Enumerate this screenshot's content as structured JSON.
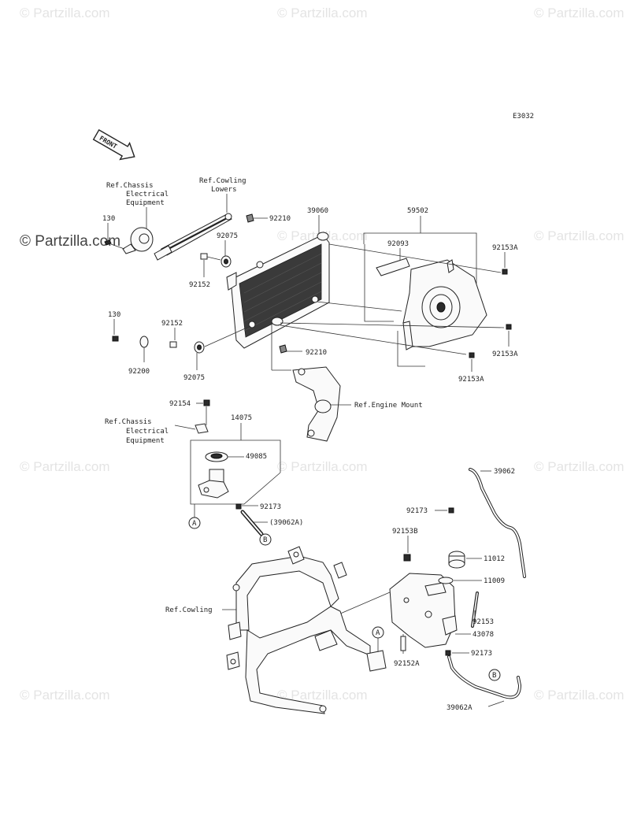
{
  "diagram_code": "E3032",
  "front_label": "FRONT",
  "watermark": "© Partzilla.com",
  "refs": {
    "chassis_top": [
      "Ref.Chassis",
      "Electrical",
      "Equipment"
    ],
    "cowling_lowers": [
      "Ref.Cowling",
      "Lowers"
    ],
    "engine_mount": "Ref.Engine Mount",
    "chassis_mid": [
      "Ref.Chassis",
      "Electrical",
      "Equipment"
    ],
    "cowling": "Ref.Cowling"
  },
  "parts": {
    "p130_top": "130",
    "p92075_top": "92075",
    "p92152_top": "92152",
    "p92210_top": "92210",
    "p39060": "39060",
    "p59502": "59502",
    "p92093": "92093",
    "p92153A_1": "92153A",
    "p92153A_2": "92153A",
    "p92153A_3": "92153A",
    "p130_mid": "130",
    "p92152_mid": "92152",
    "p92200": "92200",
    "p92075_mid": "92075",
    "p92210_mid": "92210",
    "p92154": "92154",
    "p14075": "14075",
    "p49085": "49085",
    "p92173_a": "92173",
    "p39062A_paren": "(39062A)",
    "p39062": "39062",
    "p92173_b": "92173",
    "p92153B": "92153B",
    "p11012": "11012",
    "p11009": "11009",
    "p92153": "92153",
    "p43078": "43078",
    "p92152A": "92152A",
    "p92173_c": "92173",
    "p39062A": "39062A"
  },
  "markers": {
    "a1": "A",
    "b1": "B",
    "a2": "A",
    "b2": "B"
  }
}
